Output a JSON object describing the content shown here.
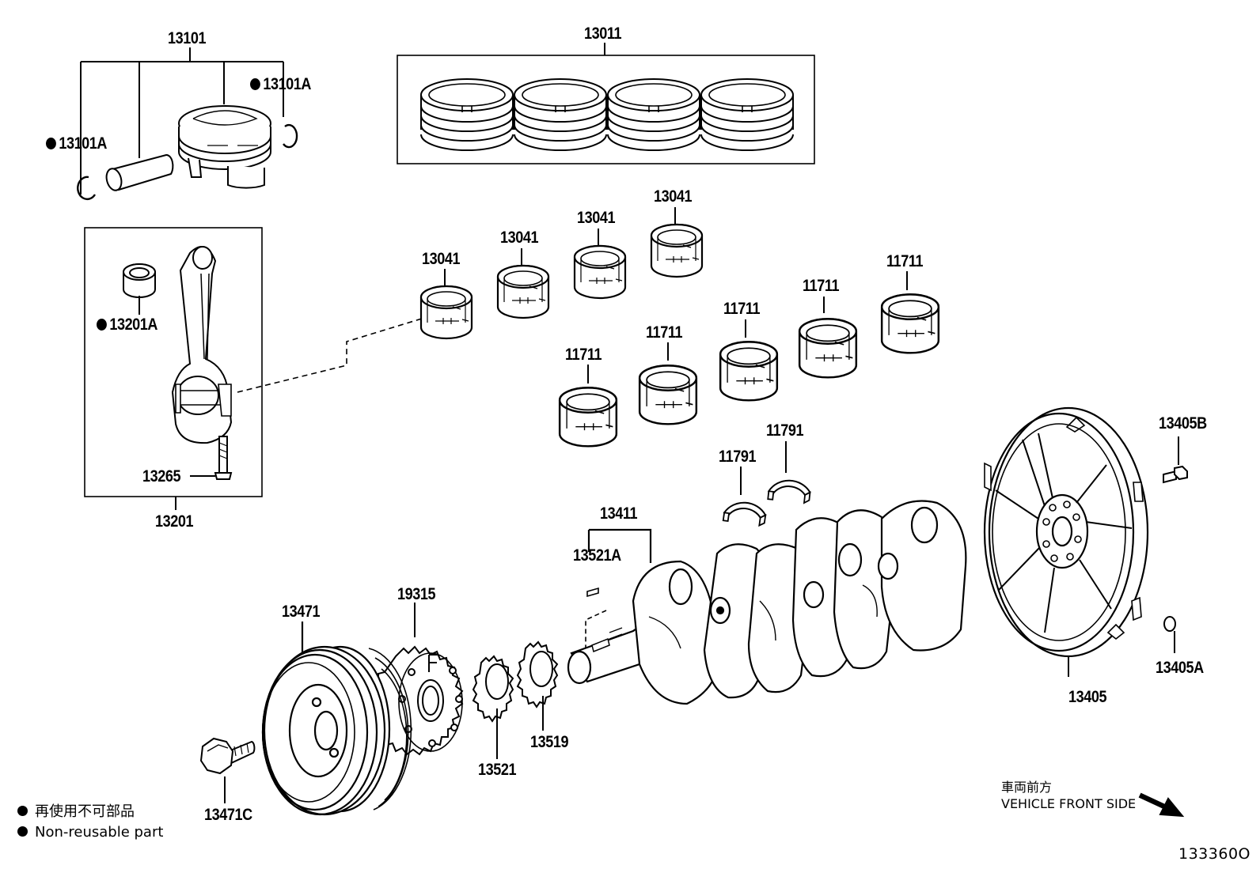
{
  "labels": {
    "p13101": "13101",
    "p13101A_right": "13101A",
    "p13101A_left": "13101A",
    "p13011": "13011",
    "p13041_a": "13041",
    "p13041_b": "13041",
    "p13041_c": "13041",
    "p13041_d": "13041",
    "p11711_a": "11711",
    "p11711_b": "11711",
    "p11711_c": "11711",
    "p11711_d": "11711",
    "p11711_e": "11711",
    "p13201A": "13201A",
    "p13265": "13265",
    "p13201": "13201",
    "p11791_a": "11791",
    "p11791_b": "11791",
    "p13405B": "13405B",
    "p13411": "13411",
    "p13521A": "13521A",
    "p19315": "19315",
    "p13471": "13471",
    "p13521": "13521",
    "p13519": "13519",
    "p13405A": "13405A",
    "p13405": "13405",
    "p13471C": "13471C"
  },
  "legend": {
    "japanese": "再使用不可部品",
    "english": "Non-reusable part"
  },
  "front_indicator": {
    "japanese": "車両前方",
    "english": "VEHICLE FRONT SIDE"
  },
  "illustration_code": "133360O"
}
